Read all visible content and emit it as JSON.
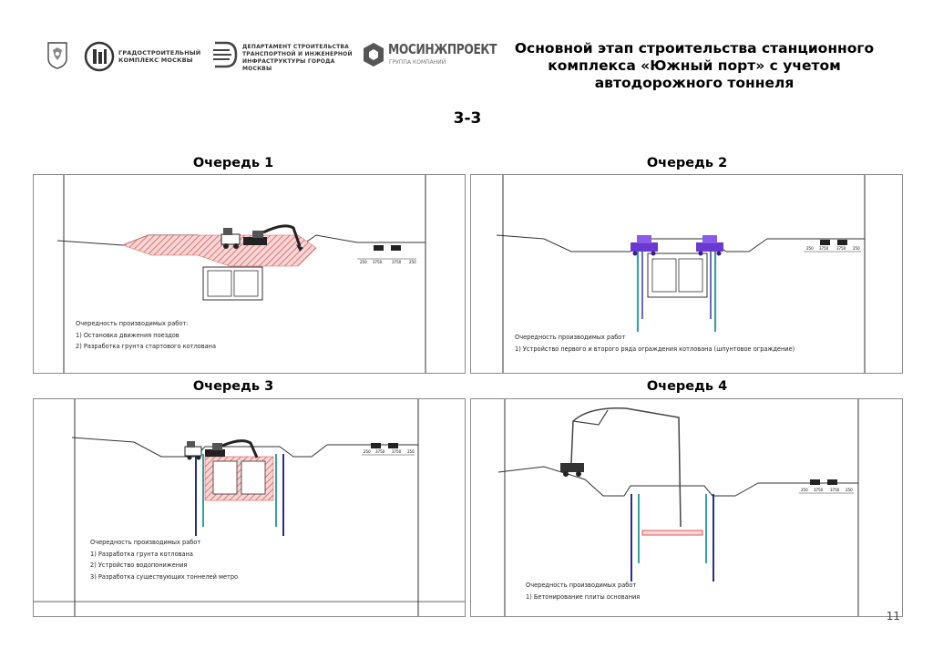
{
  "header": {
    "title_line1": "Основной этап строительства станционного",
    "title_line2": "комплекса «Южный порт» с учетом",
    "title_line3": "автодорожного тоннеля",
    "logos": {
      "gk_line1": "ГРАДОСТРОИТЕЛЬНЫЙ",
      "gk_line2": "КОМПЛЕКС МОСКВЫ",
      "dep_line1": "ДЕПАРТАМЕНТ СТРОИТЕЛЬСТВА",
      "dep_line2": "ТРАНСПОРТНОЙ И ИНЖЕНЕРНОЙ",
      "dep_line3": "ИНФРАСТРУКТУРЫ ГОРОДА МОСКВЫ",
      "mip_name": "МОСИНЖПРОЕКТ",
      "mip_sub": "ГРУППА КОМПАНИЙ"
    }
  },
  "section_label": "3-3",
  "stages": [
    {
      "title": "Очередь 1",
      "notes_heading": "Очередность производимых работ:",
      "steps": [
        "1) Остановка движения поездов",
        "2) Разработка грунта стартового котлована"
      ]
    },
    {
      "title": "Очередь 2",
      "notes_heading": "Очередность производимых работ",
      "steps": [
        "1) Устройство первого и второго ряда ограждения котлована (шпунтовое ограждение)"
      ]
    },
    {
      "title": "Очередь 3",
      "notes_heading": "Очередность производимых работ",
      "steps": [
        "1) Разработка грунта котлована",
        "2) Устройство водопонижения",
        "3) Разработка существующих тоннелей метро"
      ]
    },
    {
      "title": "Очередь 4",
      "notes_heading": "Очередность производимых работ",
      "steps": [
        "1) Бетонирование плиты основания"
      ]
    }
  ],
  "road_dims": [
    "250",
    "3750",
    "3750",
    "250"
  ],
  "page_number": "11",
  "colors": {
    "excavation": "#e05a5a",
    "sheet_pile_blue": "#2a2a9a",
    "sheet_pile_teal": "#3aa0a0",
    "equipment_purple": "#6a3ad0"
  }
}
